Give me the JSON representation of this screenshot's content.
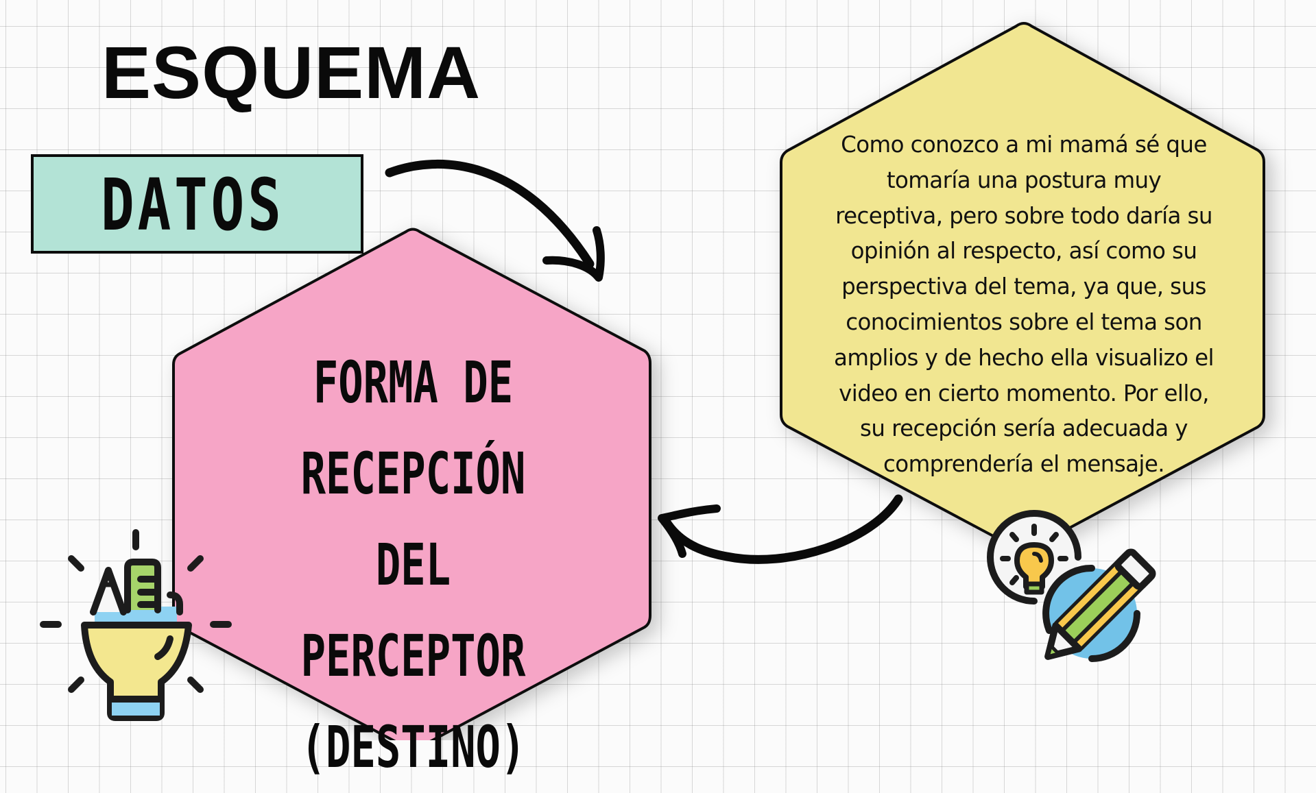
{
  "title": "ESQUEMA",
  "section_label": "DATOS",
  "colors": {
    "grid_background": "#fbfbfb",
    "datos_fill": "#b3e3d6",
    "pink_hexagon": "#f6a5c6",
    "yellow_hexagon": "#f1e691",
    "outline": "#0c0c0c",
    "icon_yellow": "#f8c84c",
    "icon_green": "#9ccf5a",
    "icon_blue": "#72c2e8"
  },
  "pink_hexagon": {
    "lines": [
      "FORMA DE",
      "RECEPCIÓN DEL",
      "PERCEPTOR",
      "(DESTINO)"
    ]
  },
  "yellow_hexagon": {
    "lines": [
      "Como conozco a mi mamá sé que",
      "tomaría una postura muy",
      "receptiva, pero sobre todo daría su",
      "opinión al respecto, así como su",
      "perspectiva del tema, ya que, sus",
      "conocimientos sobre el tema son",
      "amplios y de hecho ella visualizo el",
      "video en cierto momento. Por ello,",
      "su recepción sería adecuada y",
      "comprendería el mensaje."
    ]
  },
  "icons": {
    "bottom_left": "lightbulb-with-pencil-and-ruler-icon",
    "bottom_right": "lightbulb-and-pencil-icon",
    "arrow_top": "curved-arrow-down-right-icon",
    "arrow_bottom": "curved-arrow-left-icon"
  }
}
